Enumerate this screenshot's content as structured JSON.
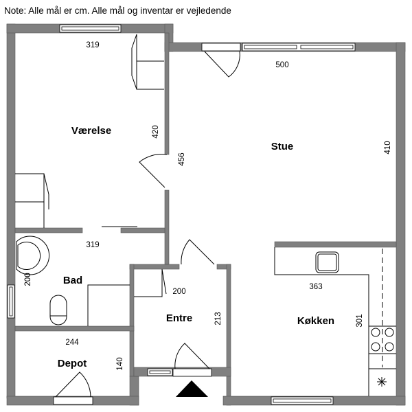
{
  "note": "Note: Alle mål er cm. Alle mål og inventar er vejledende",
  "rooms": {
    "vaerelse": {
      "name": "Værelse",
      "width": "319",
      "depth": "420"
    },
    "stue": {
      "name": "Stue",
      "width": "500",
      "depth": "410",
      "side": "456"
    },
    "bad": {
      "name": "Bad",
      "width": "319",
      "depth": "200"
    },
    "entre": {
      "name": "Entre",
      "width": "200",
      "depth": "213"
    },
    "depot": {
      "name": "Depot",
      "width": "244",
      "depth": "140"
    },
    "kokken": {
      "name": "Køkken",
      "width": "363",
      "depth": "301"
    }
  },
  "colors": {
    "wall": "#808080",
    "background": "#ffffff"
  }
}
